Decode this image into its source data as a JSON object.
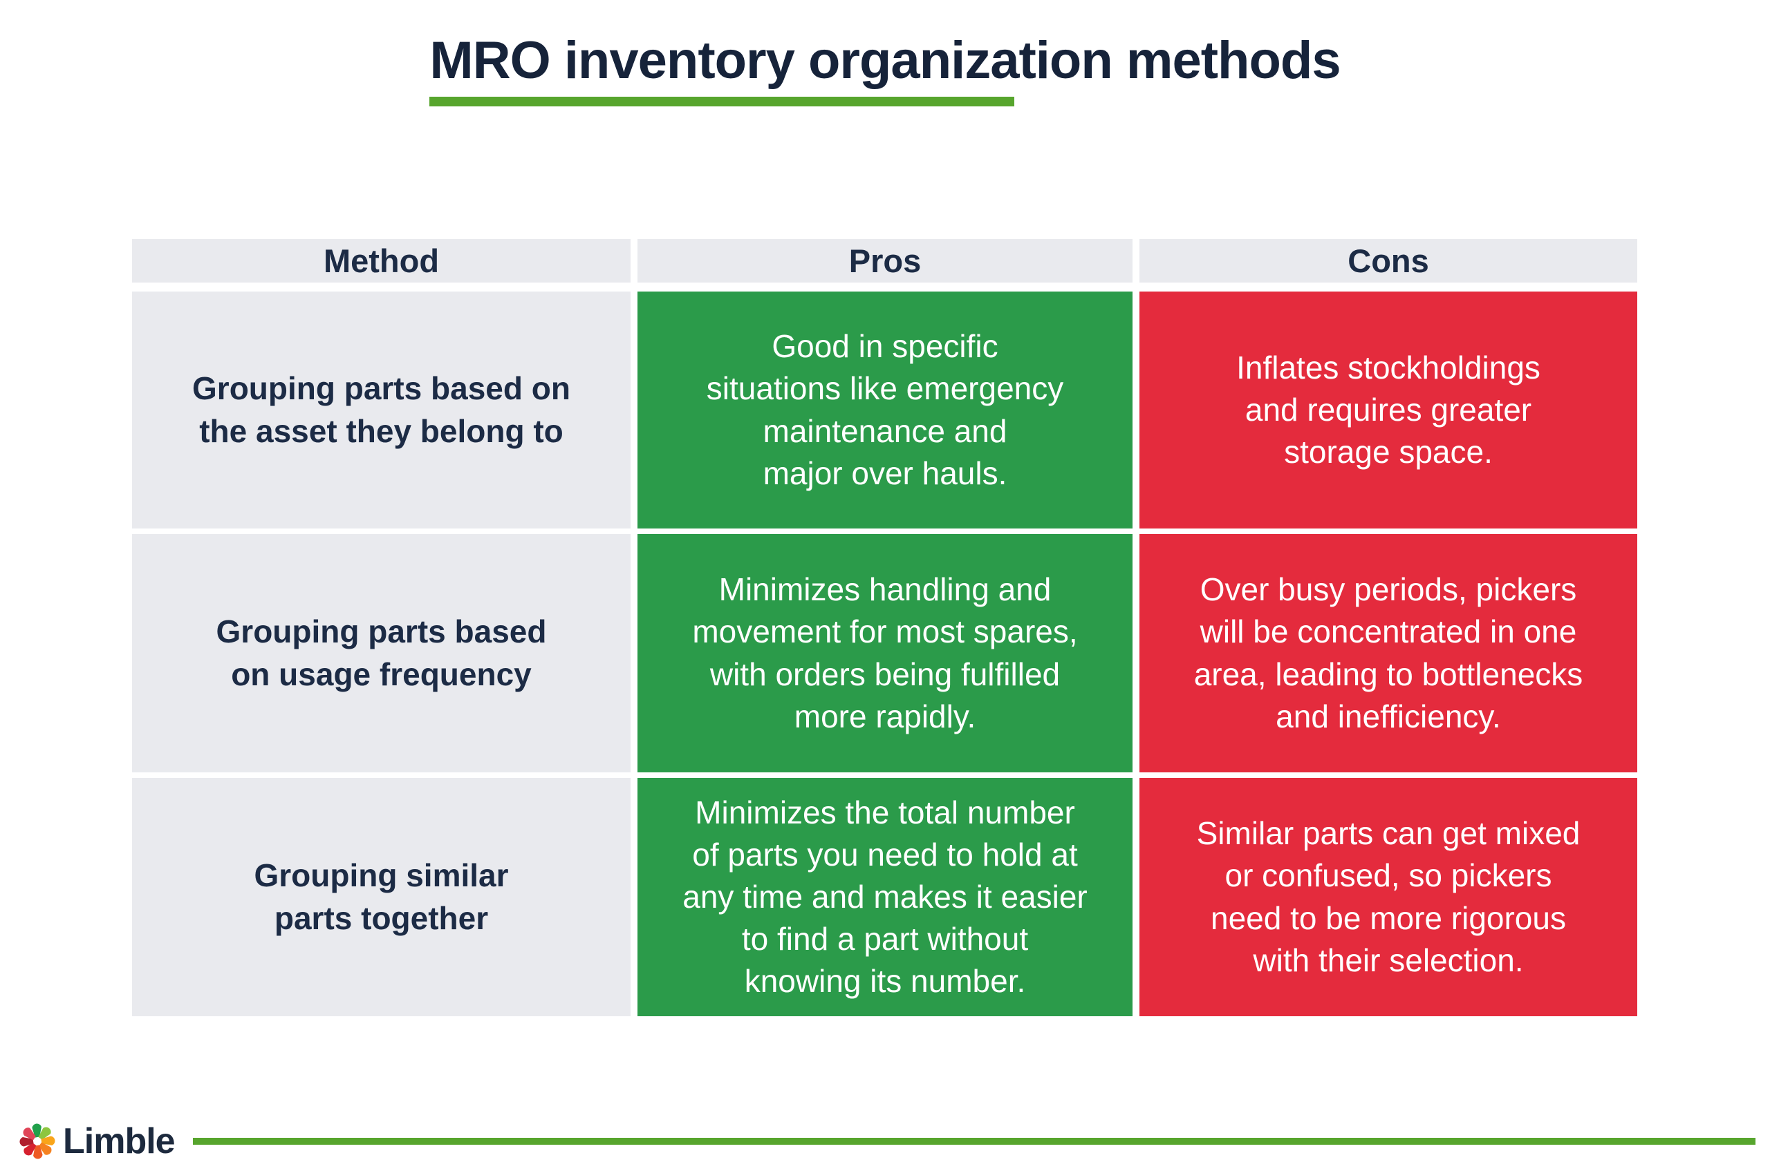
{
  "title": {
    "text": "MRO inventory organization methods"
  },
  "table": {
    "headers": [
      "Method",
      "Pros",
      "Cons"
    ],
    "rows": [
      {
        "method": "Grouping parts based on\nthe asset they belong to",
        "pros": "Good in specific\nsituations like emergency\nmaintenance and\nmajor over hauls.",
        "cons": "Inflates stockholdings\nand requires greater\nstorage space."
      },
      {
        "method": "Grouping parts based\non usage frequency",
        "pros": "Minimizes handling and\nmovement for most spares,\nwith orders being fulfilled\nmore rapidly.",
        "cons": "Over busy periods, pickers\nwill be concentrated in one\narea, leading to bottlenecks\nand inefficiency."
      },
      {
        "method": "Grouping similar\nparts together",
        "pros": "Minimizes the total number\nof parts you need to hold at\nany time and makes it easier\nto find a part without\nknowing its number.",
        "cons": "Similar parts can get mixed\nor confused, so pickers\nneed to be more rigorous\nwith their selection."
      }
    ]
  },
  "footer": {
    "brand": "Limble"
  },
  "colors": {
    "pros_green": "#2B9B4A",
    "cons_red": "#E42B3D",
    "neutral_gray": "#E9EAEE",
    "navy_text": "#1C2B45",
    "accent_green": "#57A52D"
  },
  "chart_data": {
    "type": "table",
    "title": "MRO inventory organization methods",
    "columns": [
      "Method",
      "Pros",
      "Cons"
    ],
    "rows": [
      [
        "Grouping parts based on the asset they belong to",
        "Good in specific situations like emergency maintenance and major over hauls.",
        "Inflates stockholdings and requires greater storage space."
      ],
      [
        "Grouping parts based on usage frequency",
        "Minimizes handling and movement for most spares, with orders being fulfilled more rapidly.",
        "Over busy periods, pickers will be concentrated in one area, leading to bottlenecks and inefficiency."
      ],
      [
        "Grouping similar parts together",
        "Minimizes the total number of parts you need to hold at any time and makes it easier to find a part without knowing its number.",
        "Similar parts can get mixed or confused, so pickers need to be more rigorous with their selection."
      ]
    ],
    "legend_position": "none",
    "grid": false
  }
}
